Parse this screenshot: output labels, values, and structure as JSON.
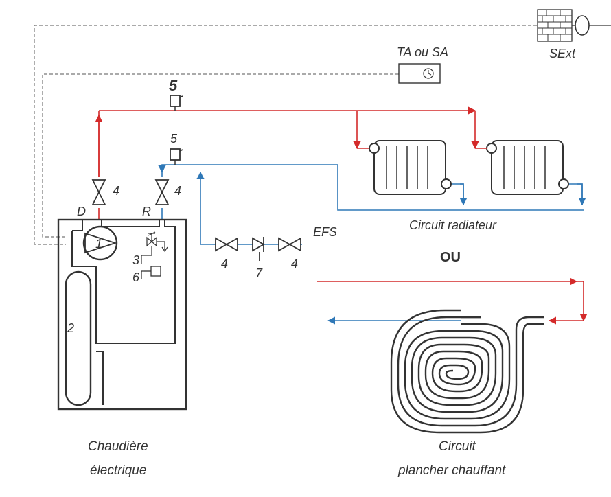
{
  "labels": {
    "sext": "SExt",
    "ta_sa": "TA ou SA",
    "purge_top": "5",
    "purge_mid": "5",
    "valve_depart": "4",
    "valve_retour": "4",
    "depart": "D",
    "retour": "R",
    "pump": "1",
    "tank": "2",
    "safety_valve": "3",
    "pressure_sensor": "6",
    "efs": "EFS",
    "valve_efs_left": "4",
    "check_valve": "7",
    "valve_efs_right": "4",
    "circuit_radiateur": "Circuit radiateur",
    "ou": "OU",
    "boiler_caption_line1": "Chaudière",
    "boiler_caption_line2": "électrique",
    "floor_caption_line1": "Circuit",
    "floor_caption_line2": "plancher chauffant"
  },
  "colors": {
    "supply": "#d42a2a",
    "return": "#2f78b7",
    "equipment": "#333333",
    "control_wire": "#777777"
  }
}
